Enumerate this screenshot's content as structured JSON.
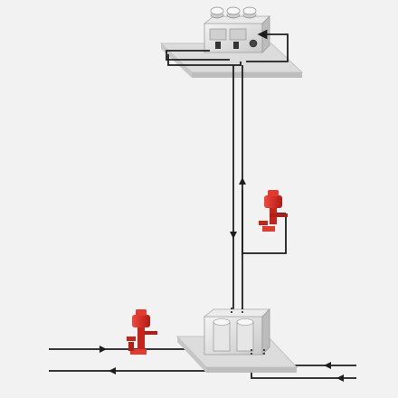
{
  "diagram": {
    "background": "#f2f2f2",
    "pipe_color": "#1e1e1e",
    "valve_color": "#d8251c",
    "platform_color": "#d6d6d6",
    "unit_color": "#e2e2e2",
    "components": [
      {
        "name": "rooftop-condensing-unit",
        "icon": "chiller-icon"
      },
      {
        "name": "riser-valve-station",
        "icon": "valve-icon"
      },
      {
        "name": "ground-valve-station",
        "icon": "valve-icon"
      },
      {
        "name": "ground-heat-exchanger-unit",
        "icon": "heat-exchanger-icon"
      }
    ]
  }
}
